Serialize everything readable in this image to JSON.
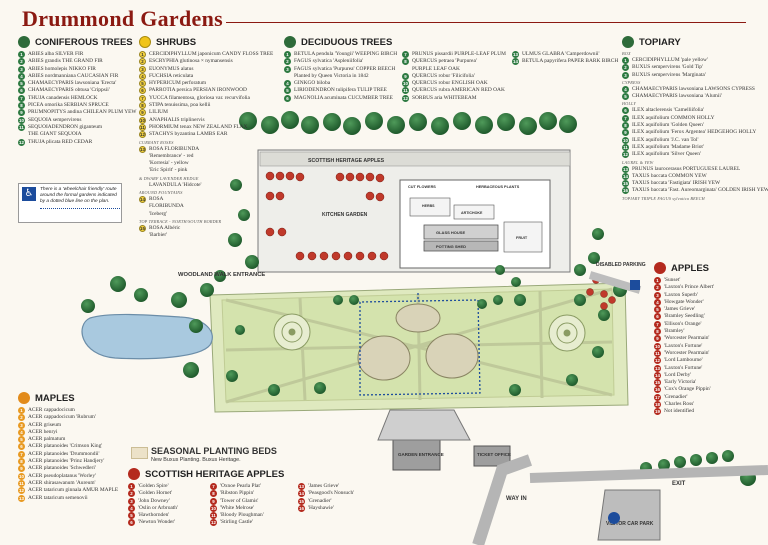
{
  "title": "Drummond Gardens",
  "coniferous": {
    "heading": "CONIFEROUS TREES",
    "items": [
      {
        "n": "1",
        "t": "ABIES alba SILVER FIR"
      },
      {
        "n": "2",
        "t": "ABIES grandis THE GRAND FIR"
      },
      {
        "n": "3",
        "t": "ABIES homolepis NIKKO FIR"
      },
      {
        "n": "4",
        "t": "ABIES nordmanniana CAUCASIAN FIR"
      },
      {
        "n": "5",
        "t": "CHAMAECYPARIS lawsoniana 'Erecta'"
      },
      {
        "n": "6",
        "t": "CHAMAECYPARIS obtusa 'Crippsii'"
      },
      {
        "n": "7",
        "t": "THUJA canadensis HEMLOCK"
      },
      {
        "n": "8",
        "t": "PICEA omorika SERBIAN SPRUCE"
      },
      {
        "n": "9",
        "t": "PRUMNOPITYS andina CHILEAN PLUM YEW"
      },
      {
        "n": "10",
        "t": "SEQUOIA sempervirens"
      },
      {
        "n": "11",
        "t": "SEQUOIADENDRON giganteum"
      },
      {
        "n": "",
        "t": "THE GIANT SEQUOIA"
      },
      {
        "n": "12",
        "t": "THUJA plicata RED CEDAR"
      }
    ]
  },
  "wheelchair_note": "There is a 'wheelchair friendly' route around the formal gardens indicated by a dotted blue line on the plan.",
  "shrubs": {
    "heading": "SHRUBS",
    "items": [
      {
        "n": "1",
        "t": "CERCIDIPHYLLUM japonicum CANDY FLOSS TREE"
      },
      {
        "n": "2",
        "t": "ESCRYPHIA glutinosa × nymansensis"
      },
      {
        "n": "3",
        "t": "EUONYMUS alatus"
      },
      {
        "n": "4",
        "t": "FUCHSIA reticulata"
      },
      {
        "n": "5",
        "t": "HYPERICUM perforatum"
      },
      {
        "n": "6",
        "t": "PARROTIA persica PERSIAN IRONWOOD"
      },
      {
        "n": "7",
        "t": "YUCCA filamentosa, gloriosa var. recurvifolia"
      },
      {
        "n": "8",
        "t": "STIPA tenuissima, poa kellii"
      },
      {
        "n": "9",
        "t": "LILIUM"
      },
      {
        "n": "10",
        "t": "ANAPHALIS triplinervis"
      },
      {
        "n": "11",
        "t": "PHORMIUM tenax NEW ZEALAND FLAX"
      },
      {
        "n": "12",
        "t": "STACHYS byzantina LAMBS EAR"
      }
    ],
    "currant_heading": "CURRANT ROSES",
    "currant": [
      {
        "n": "13",
        "t": "ROSA FLORIBUNDA"
      },
      {
        "n": "",
        "t": "'Remembrance' - red"
      },
      {
        "n": "",
        "t": "'Korresia' - yellow"
      },
      {
        "n": "",
        "t": "'Eric Spirit' - pink"
      }
    ],
    "lavender_heading": "& DWARF LAVENDER HEDGE",
    "lavender": [
      {
        "n": "",
        "t": "LAVANDULA 'Hidcote'"
      }
    ],
    "fountains_heading": "AROUND FOUNTAINS",
    "fountains": [
      {
        "n": "14",
        "t": "ROSA"
      },
      {
        "n": "",
        "t": "FLORIBUNDA"
      },
      {
        "n": "",
        "t": "'Iceberg'"
      }
    ],
    "terrace_heading": "TOP TERRACE - NORTH/SOUTH BORDER",
    "terrace": [
      {
        "n": "15",
        "t": "ROSA Albéric"
      },
      {
        "n": "",
        "t": "'Barbier'"
      }
    ]
  },
  "deciduous": {
    "heading": "DECIDUOUS TREES",
    "col1": [
      {
        "n": "1",
        "t": "BETULA pendula 'Youngii' WEEPING BIRCH"
      },
      {
        "n": "2",
        "t": "FAGUS sylvatica 'Aspleniifolia'"
      },
      {
        "n": "3",
        "t": "FAGUS sylvatica 'Purpurea' COPPER BEECH"
      },
      {
        "n": "",
        "t": "Planted by Queen Victoria in 1842"
      },
      {
        "n": "4",
        "t": "GINKGO biloba"
      },
      {
        "n": "5",
        "t": "LIRIODENDRON tulipifera TULIP TREE"
      },
      {
        "n": "6",
        "t": "MAGNOLIA acuminata CUCUMBER TREE"
      }
    ],
    "col2": [
      {
        "n": "7",
        "t": "PRUNUS pissardii PURPLE-LEAF PLUM"
      },
      {
        "n": "8",
        "t": "QUERCUS petraea 'Purpurea'"
      },
      {
        "n": "",
        "t": "PURPLE LEAF OAK"
      },
      {
        "n": "9",
        "t": "QUERCUS robur 'Filicifolia'"
      },
      {
        "n": "10",
        "t": "QUERCUS robur ENGLISH OAK"
      },
      {
        "n": "11",
        "t": "QUERCUS rubra AMERICAN RED OAK"
      },
      {
        "n": "12",
        "t": "SORBUS aria WHITEBEAM"
      }
    ],
    "col3": [
      {
        "n": "13",
        "t": "ULMUS GLABRA 'Camperdownii'"
      },
      {
        "n": "14",
        "t": "BETULA papyrifera PAPER BARK BIRCH"
      }
    ]
  },
  "topiary": {
    "heading": "TOPIARY",
    "box_heading": "BOX",
    "box": [
      {
        "n": "1",
        "t": "CERCIDIPHYLLUM 'pale yellow'"
      },
      {
        "n": "2",
        "t": "BUXUS sempervirens 'Gold Tip'"
      },
      {
        "n": "3",
        "t": "BUXUS sempervirens 'Marginata'"
      }
    ],
    "cypress_heading": "CYPRESS",
    "cypress": [
      {
        "n": "4",
        "t": "CHAMAECYPARIS lawsoniana LAWSONS CYPRESS"
      },
      {
        "n": "5",
        "t": "CHAMAECYPARIS lawsoniana 'Alumii'"
      }
    ],
    "holly_heading": "HOLLY",
    "holly": [
      {
        "n": "6",
        "t": "ILEX altaclerensis 'Camelliifolia'"
      },
      {
        "n": "7",
        "t": "ILEX aquifolium COMMON HOLLY"
      },
      {
        "n": "8",
        "t": "ILEX aquifolium 'Golden Queen'"
      },
      {
        "n": "9",
        "t": "ILEX aquifolium 'Ferox Argentea' HEDGEHOG HOLLY"
      },
      {
        "n": "10",
        "t": "ILEX aquifolium 'J.C. van Tol'"
      },
      {
        "n": "11",
        "t": "ILEX aquifolium 'Madame Briot'"
      },
      {
        "n": "12",
        "t": "ILEX aquifolium 'Silver Queen'"
      }
    ],
    "laurel_heading": "LAUREL & YEW",
    "laurel": [
      {
        "n": "13",
        "t": "PRUNUS laurocerasus PORTUGUESE LAUREL"
      },
      {
        "n": "14",
        "t": "TAXUS baccata COMMON YEW"
      },
      {
        "n": "15",
        "t": "TAXUS baccata 'Fastigiata' IRISH YEW"
      },
      {
        "n": "16",
        "t": "TAXUS baccata 'Fast. Aureomarginata' GOLDEN IRISH YEW"
      }
    ],
    "beech_heading": "TOPIARY TRIPLE FAGUS sylvatica BEECH",
    "beech": []
  },
  "apples": {
    "heading": "APPLES",
    "items": [
      {
        "n": "1",
        "t": "'Sunset'"
      },
      {
        "n": "2",
        "t": "'Laxton's Prince Albert'"
      },
      {
        "n": "3",
        "t": "'Laxton Superb'"
      },
      {
        "n": "4",
        "t": "'Howgate Wonder'"
      },
      {
        "n": "5",
        "t": "'James Grieve'"
      },
      {
        "n": "6",
        "t": "'Bramley Seedling'"
      },
      {
        "n": "7",
        "t": "'Ellison's Orange'"
      },
      {
        "n": "8",
        "t": "'Bramley'"
      },
      {
        "n": "9",
        "t": "'Worcester Pearmain'"
      },
      {
        "n": "10",
        "t": "'Laxton's Fortune'"
      },
      {
        "n": "11",
        "t": "'Worcester Pearmain'"
      },
      {
        "n": "12",
        "t": "'Lord Lambourne'"
      },
      {
        "n": "13",
        "t": "'Laxton's Fortune'"
      },
      {
        "n": "14",
        "t": "'Lord Derby'"
      },
      {
        "n": "15",
        "t": "'Early Victoria'"
      },
      {
        "n": "16",
        "t": "'Cox's Orange Pippin'"
      },
      {
        "n": "17",
        "t": "'Grenadier'"
      },
      {
        "n": "18",
        "t": "'Charles Ross'"
      },
      {
        "n": "19",
        "t": "Not identified"
      }
    ]
  },
  "maples": {
    "heading": "MAPLES",
    "items": [
      {
        "n": "1",
        "t": "ACER cappadocicum"
      },
      {
        "n": "2",
        "t": "ACER cappadocicum 'Rubrum'"
      },
      {
        "n": "3",
        "t": "ACER griseum"
      },
      {
        "n": "4",
        "t": "ACER henryi"
      },
      {
        "n": "5",
        "t": "ACER palmatum"
      },
      {
        "n": "6",
        "t": "ACER platanoides 'Crimson King'"
      },
      {
        "n": "7",
        "t": "ACER platanoides 'Drummondii'"
      },
      {
        "n": "8",
        "t": "ACER platanoides 'Prinz Handjery'"
      },
      {
        "n": "9",
        "t": "ACER platanoides 'Schwedleri'"
      },
      {
        "n": "10",
        "t": "ACER pseudoplatanus 'Worley'"
      },
      {
        "n": "11",
        "t": "ACER shirasawanum 'Aureum'"
      },
      {
        "n": "12",
        "t": "ACER tataricum ginnala AMUR MAPLE"
      },
      {
        "n": "13",
        "t": "ACER tataricum semenovii"
      }
    ]
  },
  "seasonal": {
    "heading": "SEASONAL PLANTING BEDS",
    "sub": "New Buxus Planting. Buxus Heritage."
  },
  "scottish_apples": {
    "heading": "SCOTTISH HERITAGE APPLES",
    "col1": [
      {
        "n": "1",
        "t": "'Golden Spire'"
      },
      {
        "n": "2",
        "t": "'Golden Hornet'"
      },
      {
        "n": "3",
        "t": "'John Downey'"
      },
      {
        "n": "4",
        "t": "'Oslin or Arbroath'"
      },
      {
        "n": "5",
        "t": "'Hawthornden'"
      },
      {
        "n": "6",
        "t": "'Newton Wonder'"
      }
    ],
    "col2": [
      {
        "n": "7",
        "t": "'Oxnoe Pearla Plat'"
      },
      {
        "n": "8",
        "t": "'Ribston Pippin'"
      },
      {
        "n": "9",
        "t": "'Tower of Glamis'"
      },
      {
        "n": "10",
        "t": "'White Melrose'"
      },
      {
        "n": "11",
        "t": "'Bloody Ploughman'"
      },
      {
        "n": "12",
        "t": "'Stirling Castle'"
      }
    ],
    "col3": [
      {
        "n": "13",
        "t": "'James Grieve'"
      },
      {
        "n": "14",
        "t": "'Peasgood's Nonsuch'"
      },
      {
        "n": "15",
        "t": "'Grenadier'"
      },
      {
        "n": "16",
        "t": "'Hayshawie'"
      }
    ]
  },
  "map_labels": {
    "heritage_apples": "SCOTTISH HERITAGE APPLES",
    "kitchen_garden": "KITCHEN GARDEN",
    "cut_flowers": "CUT FLOWERS",
    "herbaceous": "HERBACEOUS PLANTS",
    "herbs": "HERBS",
    "glass_house": "GLASS HOUSE",
    "potting_shed": "POTTING SHED",
    "artichoke": "ARTICHOKE",
    "fruit": "FRUIT",
    "woodland_walk": "WOODLAND WALK ENTRANCE",
    "disabled_parking": "DISABLED PARKING",
    "garden_entrance": "GARDEN ENTRANCE",
    "ticket_office": "TICKET OFFICE",
    "way_in": "WAY IN",
    "exit": "EXIT",
    "visitor_car_park": "VISITOR CAR PARK"
  },
  "colors": {
    "title": "#8b1a12",
    "tree_green": "#2e7a42",
    "path_blue": "#1c4c9c",
    "apple_red": "#b42a1e"
  }
}
